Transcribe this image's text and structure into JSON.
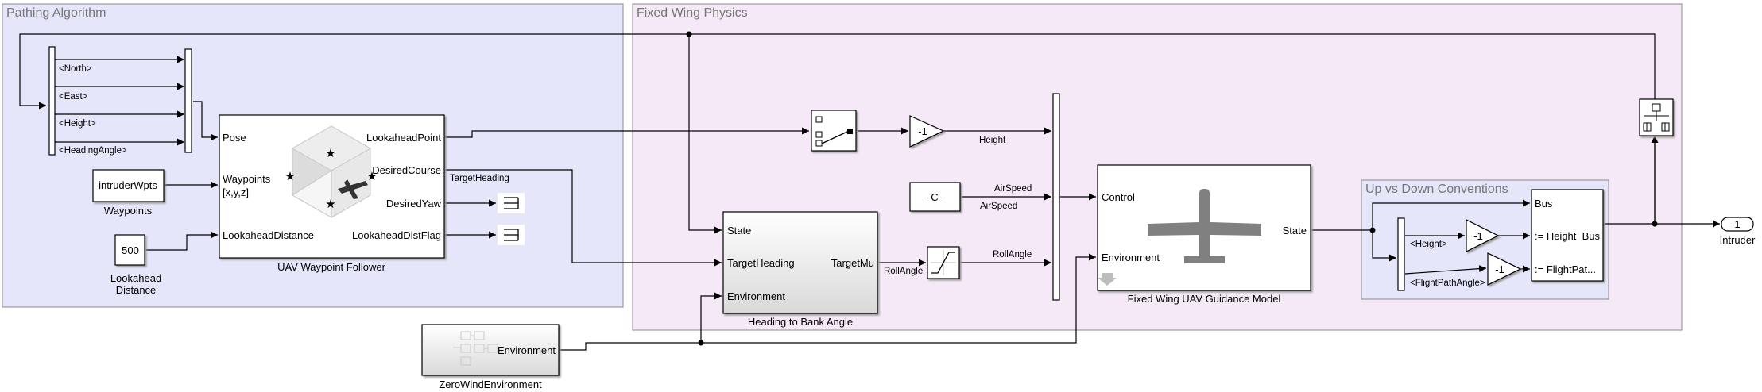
{
  "areas": {
    "pathing": "Pathing Algorithm",
    "physics": "Fixed Wing Physics",
    "updown": "Up vs Down Conventions"
  },
  "waypoint_follower": {
    "caption": "UAV Waypoint Follower",
    "in_pose": "Pose",
    "in_waypoints_1": "Waypoints",
    "in_waypoints_2": "[x,y,z]",
    "in_lookahead": "LookaheadDistance",
    "out_point": "LookaheadPoint",
    "out_course": "DesiredCourse",
    "out_yaw": "DesiredYaw",
    "out_flag": "LookaheadDistFlag"
  },
  "selector_signals": {
    "north": "<North>",
    "east": "<East>",
    "height": "<Height>",
    "heading": "<HeadingAngle>"
  },
  "waypoints_block": {
    "value": "intruderWpts",
    "caption": "Waypoints"
  },
  "lookahead_block": {
    "value": "500",
    "caption_1": "Lookahead",
    "caption_2": "Distance"
  },
  "heading_to_bank": {
    "caption": "Heading to Bank Angle",
    "in_state": "State",
    "in_heading": "TargetHeading",
    "in_env": "Environment",
    "out_mu": "TargetMu"
  },
  "signals": {
    "target_heading": "TargetHeading",
    "height": "Height",
    "airspeed_1": "AirSpeed",
    "airspeed_2": "AirSpeed",
    "roll_angle_in": "RollAngle",
    "roll_angle_out": "RollAngle"
  },
  "gain_neg1": "-1",
  "constant_c": "-C-",
  "guidance_model": {
    "caption": "Fixed Wing UAV Guidance Model",
    "in_control": "Control",
    "in_env": "Environment",
    "out_state": "State"
  },
  "env_block": {
    "port": "Environment",
    "caption": "ZeroWindEnvironment"
  },
  "updown_block": {
    "sig_height": "<Height>",
    "sig_fpa": "<FlightPathAngle>",
    "gain_1": "-1",
    "gain_2": "-1",
    "bus_in_1": "Bus",
    "bus_in_2": ":= Height",
    "bus_in_3": ":= FlightPat...",
    "bus_out": "Bus"
  },
  "outport": {
    "number": "1",
    "caption": "Intruder"
  },
  "colors": {
    "pathing_bg": "#e6e6fb",
    "physics_bg": "#f5e9f7",
    "updown_bg": "#e6e6fb",
    "area_border": "#8a8a8a",
    "aircraft": "#808080"
  }
}
